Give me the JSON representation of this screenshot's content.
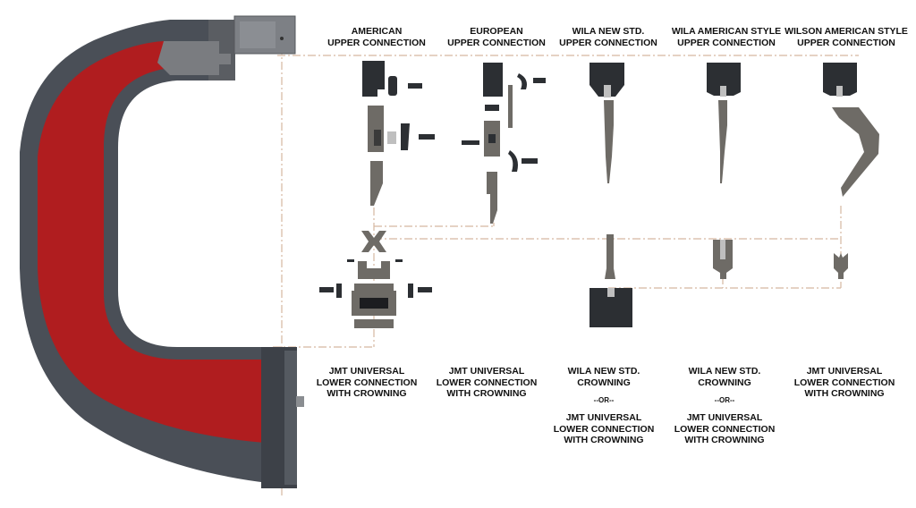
{
  "colors": {
    "frame_dark": "#4a4f57",
    "frame_red": "#b01d1f",
    "tool_dark": "#2c2f33",
    "tool_grey": "#6e6b66",
    "dash_line": "#d5b8a0",
    "text": "#111111"
  },
  "upper_labels": [
    {
      "line1": "AMERICAN",
      "line2": "UPPER CONNECTION"
    },
    {
      "line1": "EUROPEAN",
      "line2": "UPPER CONNECTION"
    },
    {
      "line1": "WILA NEW STD.",
      "line2": "UPPER CONNECTION"
    },
    {
      "line1": "WILA AMERICAN STYLE",
      "line2": "UPPER CONNECTION"
    },
    {
      "line1": "WILSON AMERICAN STYLE",
      "line2": "UPPER CONNECTION"
    }
  ],
  "lower_labels": [
    {
      "lines": [
        "JMT UNIVERSAL",
        "LOWER CONNECTION",
        "WITH CROWNING"
      ]
    },
    {
      "lines": [
        "JMT UNIVERSAL",
        "LOWER CONNECTION",
        "WITH CROWNING"
      ]
    },
    {
      "lines": [
        "WILA NEW STD.",
        "CROWNING"
      ],
      "or": "--OR--",
      "alt": [
        "JMT UNIVERSAL",
        "LOWER CONNECTION",
        "WITH CROWNING"
      ]
    },
    {
      "lines": [
        "WILA NEW STD.",
        "CROWNING"
      ],
      "or": "--OR--",
      "alt": [
        "JMT UNIVERSAL",
        "LOWER CONNECTION",
        "WITH CROWNING"
      ]
    },
    {
      "lines": [
        "JMT UNIVERSAL",
        "LOWER CONNECTION",
        "WITH CROWNING"
      ]
    }
  ]
}
